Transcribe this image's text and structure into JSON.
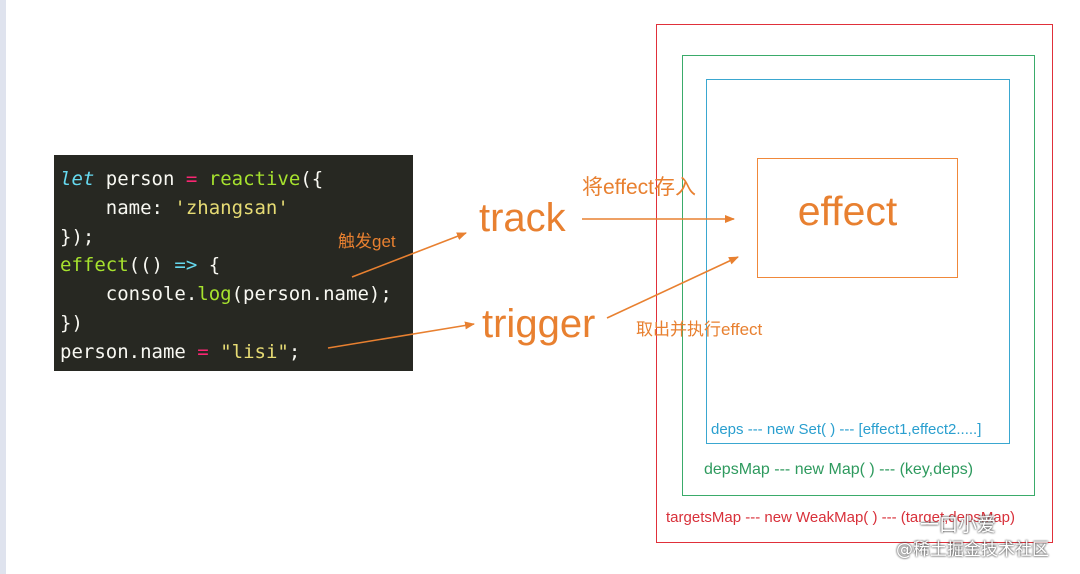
{
  "code": {
    "lines": [
      [
        {
          "t": "let",
          "c": "keyword"
        },
        {
          "t": " person ",
          "c": "ident"
        },
        {
          "t": "=",
          "c": "op"
        },
        {
          "t": " ",
          "c": "ident"
        },
        {
          "t": "reactive",
          "c": "func"
        },
        {
          "t": "({",
          "c": "punc"
        }
      ],
      [
        {
          "t": "    name: ",
          "c": "ident"
        },
        {
          "t": "'zhangsan'",
          "c": "string"
        }
      ],
      [
        {
          "t": "});",
          "c": "punc"
        }
      ],
      [
        {
          "t": "effect",
          "c": "func"
        },
        {
          "t": "(() ",
          "c": "punc"
        },
        {
          "t": "=>",
          "c": "keyword"
        },
        {
          "t": " {",
          "c": "punc"
        }
      ],
      [
        {
          "t": "    console.",
          "c": "ident"
        },
        {
          "t": "log",
          "c": "func"
        },
        {
          "t": "(person.name);",
          "c": "punc"
        }
      ],
      [
        {
          "t": "})",
          "c": "punc"
        }
      ],
      [
        {
          "t": "person.name ",
          "c": "ident"
        },
        {
          "t": "=",
          "c": "op"
        },
        {
          "t": " ",
          "c": "ident"
        },
        {
          "t": "\"lisi\"",
          "c": "string"
        },
        {
          "t": ";",
          "c": "punc"
        }
      ]
    ]
  },
  "labels": {
    "track": "track",
    "trigger": "trigger",
    "trigger_get": "触发get",
    "store_effect": "将effect存入",
    "take_run_effect": "取出并执行effect",
    "effect": "effect"
  },
  "boxes": {
    "deps_caption": "deps ---  new Set( ) ---  [effect1,effect2.....]",
    "depsmap_caption": "depsMap ---  new Map( ) ---  (key,deps)",
    "targets_caption": "targetsMap ---  new WeakMap( ) ---  (target,depsMap)"
  },
  "watermark": {
    "line1": "一口小爱",
    "line2": "@稀土掘金技术社区"
  },
  "colors": {
    "accent_orange": "#e88030",
    "targets_border": "#e0303a",
    "depsmap_border": "#3aab6a",
    "deps_border": "#3aa7d0",
    "code_background": "#272822"
  }
}
